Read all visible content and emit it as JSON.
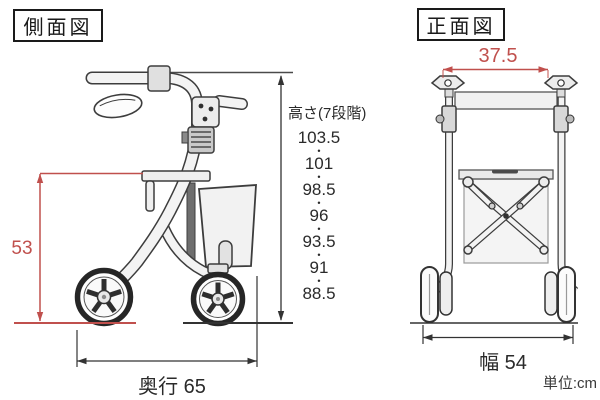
{
  "side_view": {
    "title": "側面図",
    "seat_height": "53",
    "depth_label": "奥行 65",
    "height_heading": "高さ(7段階)",
    "height_values": [
      "103.5",
      "101",
      "98.5",
      "96",
      "93.5",
      "91",
      "88.5"
    ],
    "height_dot": "•"
  },
  "front_view": {
    "title": "正面図",
    "handle_span": "37.5",
    "width_label": "幅 54"
  },
  "footer": {
    "unit_note": "単位:cm"
  },
  "colors": {
    "dimension_red": "#c0504d",
    "line_dark": "#333333"
  }
}
